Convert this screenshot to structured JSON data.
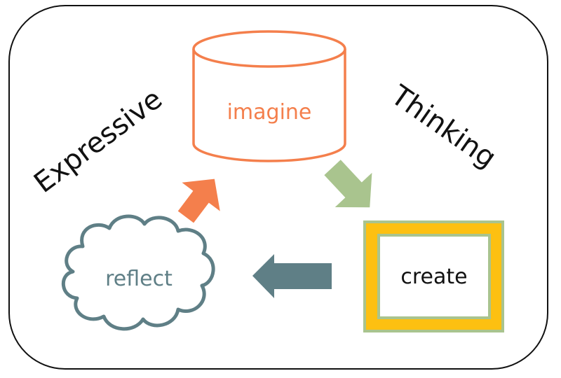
{
  "diagram": {
    "title": "Expressive Thinking cycle",
    "labels": {
      "left": "Expressive",
      "right": "Thinking"
    },
    "nodes": {
      "imagine": {
        "label": "imagine",
        "shape": "cylinder",
        "color": "#F47F4C"
      },
      "create": {
        "label": "create",
        "shape": "framed-rectangle",
        "frame_color": "#FDC011",
        "border_color": "#A9C48E"
      },
      "reflect": {
        "label": "reflect",
        "shape": "cloud",
        "color": "#5F7F86"
      }
    },
    "arrows": [
      {
        "from": "reflect",
        "to": "imagine",
        "color": "#F47F4C"
      },
      {
        "from": "imagine",
        "to": "create",
        "color": "#A9C48E"
      },
      {
        "from": "create",
        "to": "reflect",
        "color": "#5F7F86"
      }
    ],
    "text_color": "#111111",
    "frame_stroke": "#111111"
  }
}
